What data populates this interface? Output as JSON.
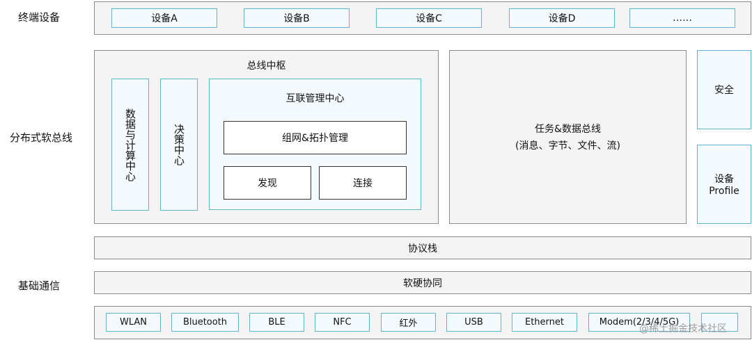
{
  "layers": {
    "terminal": "终端设备",
    "softbus": "分布式软总线",
    "basic": "基础通信"
  },
  "devices": [
    "设备A",
    "设备B",
    "设备C",
    "设备D",
    "……"
  ],
  "bus_center": {
    "title": "总线中枢",
    "data_compute": "数据与计算中心",
    "decision": "决策中心",
    "interconnect": {
      "title": "互联管理中心",
      "networking": "组网&拓扑管理",
      "discovery": "发现",
      "connection": "连接"
    }
  },
  "task_bus": {
    "line1": "任务&数据总线",
    "line2": "(消息、字节、文件、流)"
  },
  "security": "安全",
  "device_profile": {
    "line1": "设备",
    "line2": "Profile"
  },
  "protocol_stack": "协议栈",
  "hw_sw": "软硬协同",
  "comm": [
    "WLAN",
    "Bluetooth",
    "BLE",
    "NFC",
    "红外",
    "USB",
    "Ethernet",
    "Modem(2/3/4/5G)",
    ""
  ],
  "watermark": "@稀土掘金技术社区"
}
